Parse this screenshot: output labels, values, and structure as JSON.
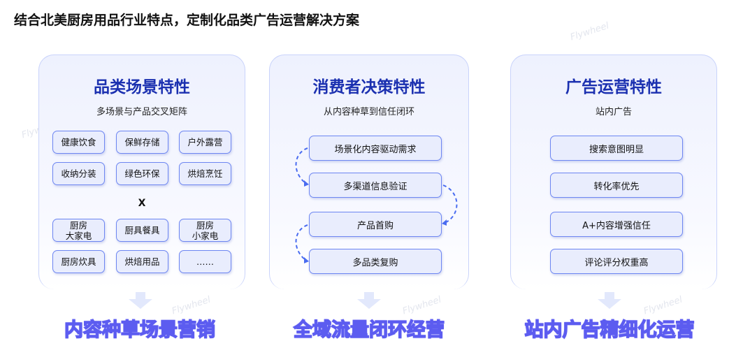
{
  "title": "结合北美厨房用品行业特点，定制化品类广告运营解决方案",
  "watermark": "Flywheel",
  "cards": [
    {
      "title": "品类场景特性",
      "subtitle": "多场景与产品交叉矩阵",
      "scenes": [
        "健康饮食",
        "保鲜存储",
        "户外露营",
        "收纳分装",
        "绿色环保",
        "烘焙烹饪"
      ],
      "cross": "X",
      "products": [
        "厨房\n大家电",
        "厨具餐具",
        "厨房\n小家电",
        "厨房炊具",
        "烘焙用品",
        "……"
      ],
      "result": "内容种草场景营销"
    },
    {
      "title": "消费者决策特性",
      "subtitle": "从内容种草到信任闭环",
      "steps": [
        "场景化内容驱动需求",
        "多渠道信息验证",
        "产品首购",
        "多品类复购"
      ],
      "result": "全域流量闭环经营"
    },
    {
      "title": "广告运营特性",
      "subtitle": "站内广告",
      "items": [
        "搜索意图明显",
        "转化率优先",
        "A+内容增强信任",
        "评论评分权重高"
      ],
      "result": "站内广告精细化运营"
    }
  ]
}
